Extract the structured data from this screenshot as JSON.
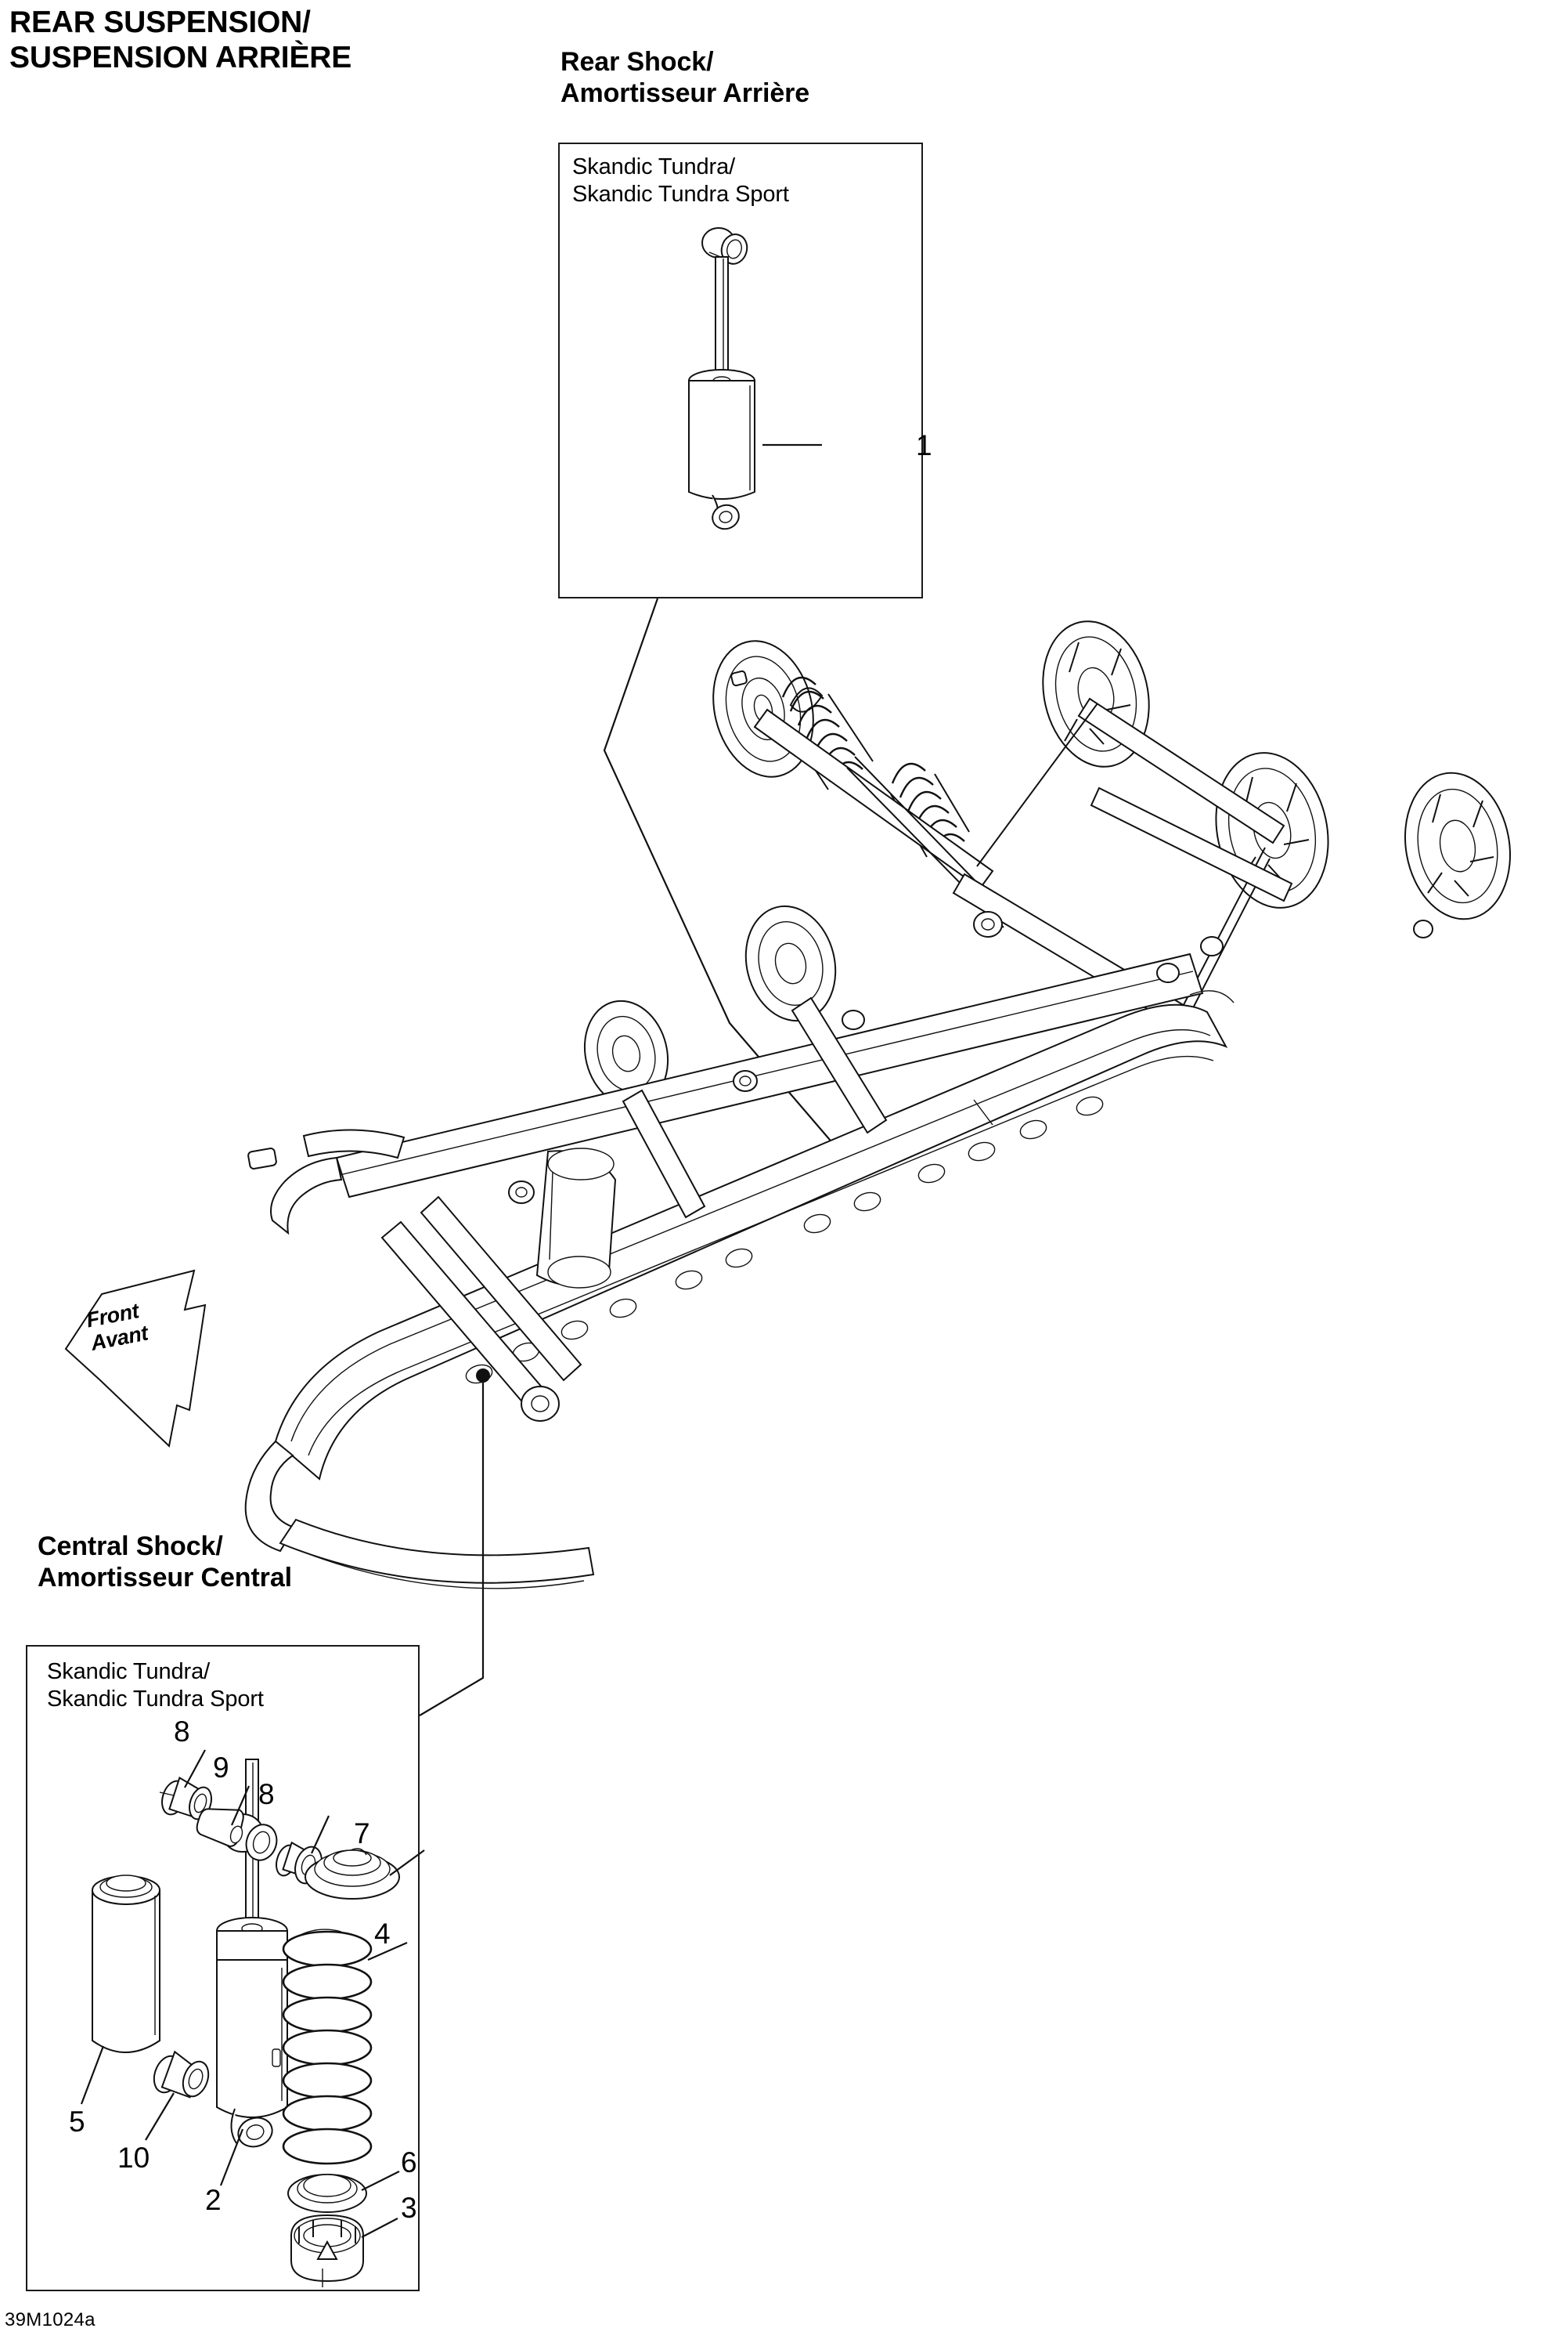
{
  "page": {
    "title": "REAR SUSPENSION/\nSUSPENSION ARRIÈRE",
    "footer_code": "39M1024a",
    "direction_marker": "Front\nAvant",
    "ink_color": "#111111",
    "background_color": "#ffffff"
  },
  "sections": [
    {
      "id": "rear-shock",
      "heading": "Rear Shock/\nAmortisseur Arrière",
      "panel_note": "Skandic Tundra/\nSkandic Tundra Sport",
      "callouts": [
        {
          "number": "1",
          "part": "rear-shock-absorber"
        }
      ]
    },
    {
      "id": "central-shock",
      "heading": "Central Shock/\nAmortisseur Central",
      "panel_note": "Skandic Tundra/\nSkandic Tundra Sport",
      "callouts": [
        {
          "number": "8",
          "part": "bushing-upper-left"
        },
        {
          "number": "9",
          "part": "sleeve"
        },
        {
          "number": "8",
          "part": "bushing-upper-right"
        },
        {
          "number": "7",
          "part": "spring-seat-cup"
        },
        {
          "number": "4",
          "part": "coil-spring"
        },
        {
          "number": "5",
          "part": "shock-sleeve-cover"
        },
        {
          "number": "10",
          "part": "bushing-lower"
        },
        {
          "number": "2",
          "part": "shock-absorber-body"
        },
        {
          "number": "6",
          "part": "adjusting-ring"
        },
        {
          "number": "3",
          "part": "cam-adjuster"
        }
      ]
    }
  ],
  "main_assembly": {
    "name": "rear-suspension-assembly-illustration",
    "leader_targets": [
      {
        "from": "rear-shock",
        "label": "1"
      },
      {
        "from": "central-shock",
        "label": "2"
      }
    ]
  }
}
